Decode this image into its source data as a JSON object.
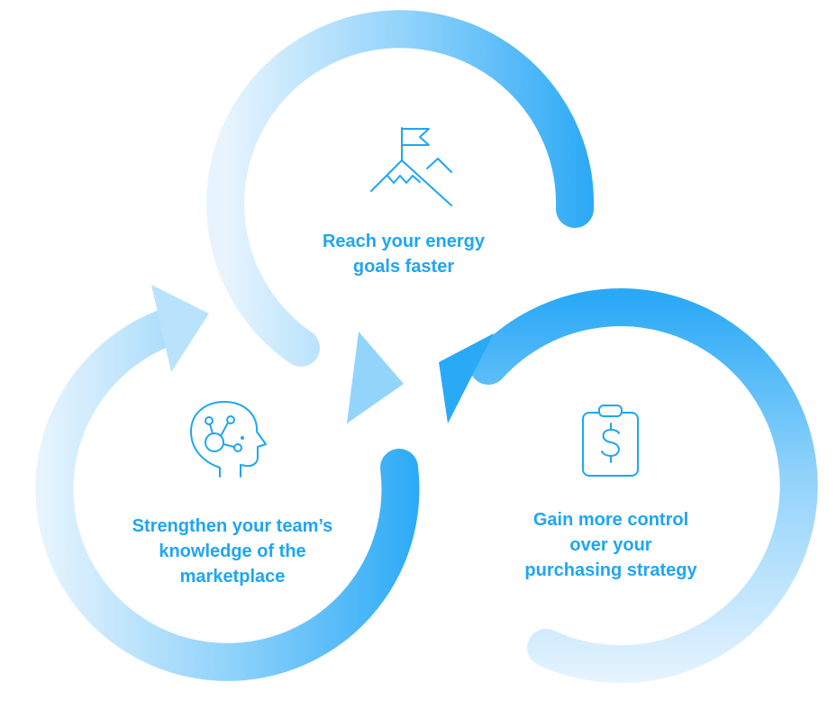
{
  "colors": {
    "accent": "#1ea6f2",
    "gradient_light": "#e7f4fe",
    "gradient_mid": "#8fd2fb",
    "gradient_dark": "#2aa9f6",
    "text": "#1ea6f2"
  },
  "steps": [
    {
      "icon": "mountain-flag-icon",
      "lines": [
        "Reach your energy",
        "goals faster"
      ]
    },
    {
      "icon": "clipboard-dollar-icon",
      "lines": [
        "Gain more control",
        "over your",
        "purchasing strategy"
      ]
    },
    {
      "icon": "head-network-icon",
      "lines": [
        "Strengthen your team’s",
        "knowledge of the",
        "marketplace"
      ]
    }
  ]
}
